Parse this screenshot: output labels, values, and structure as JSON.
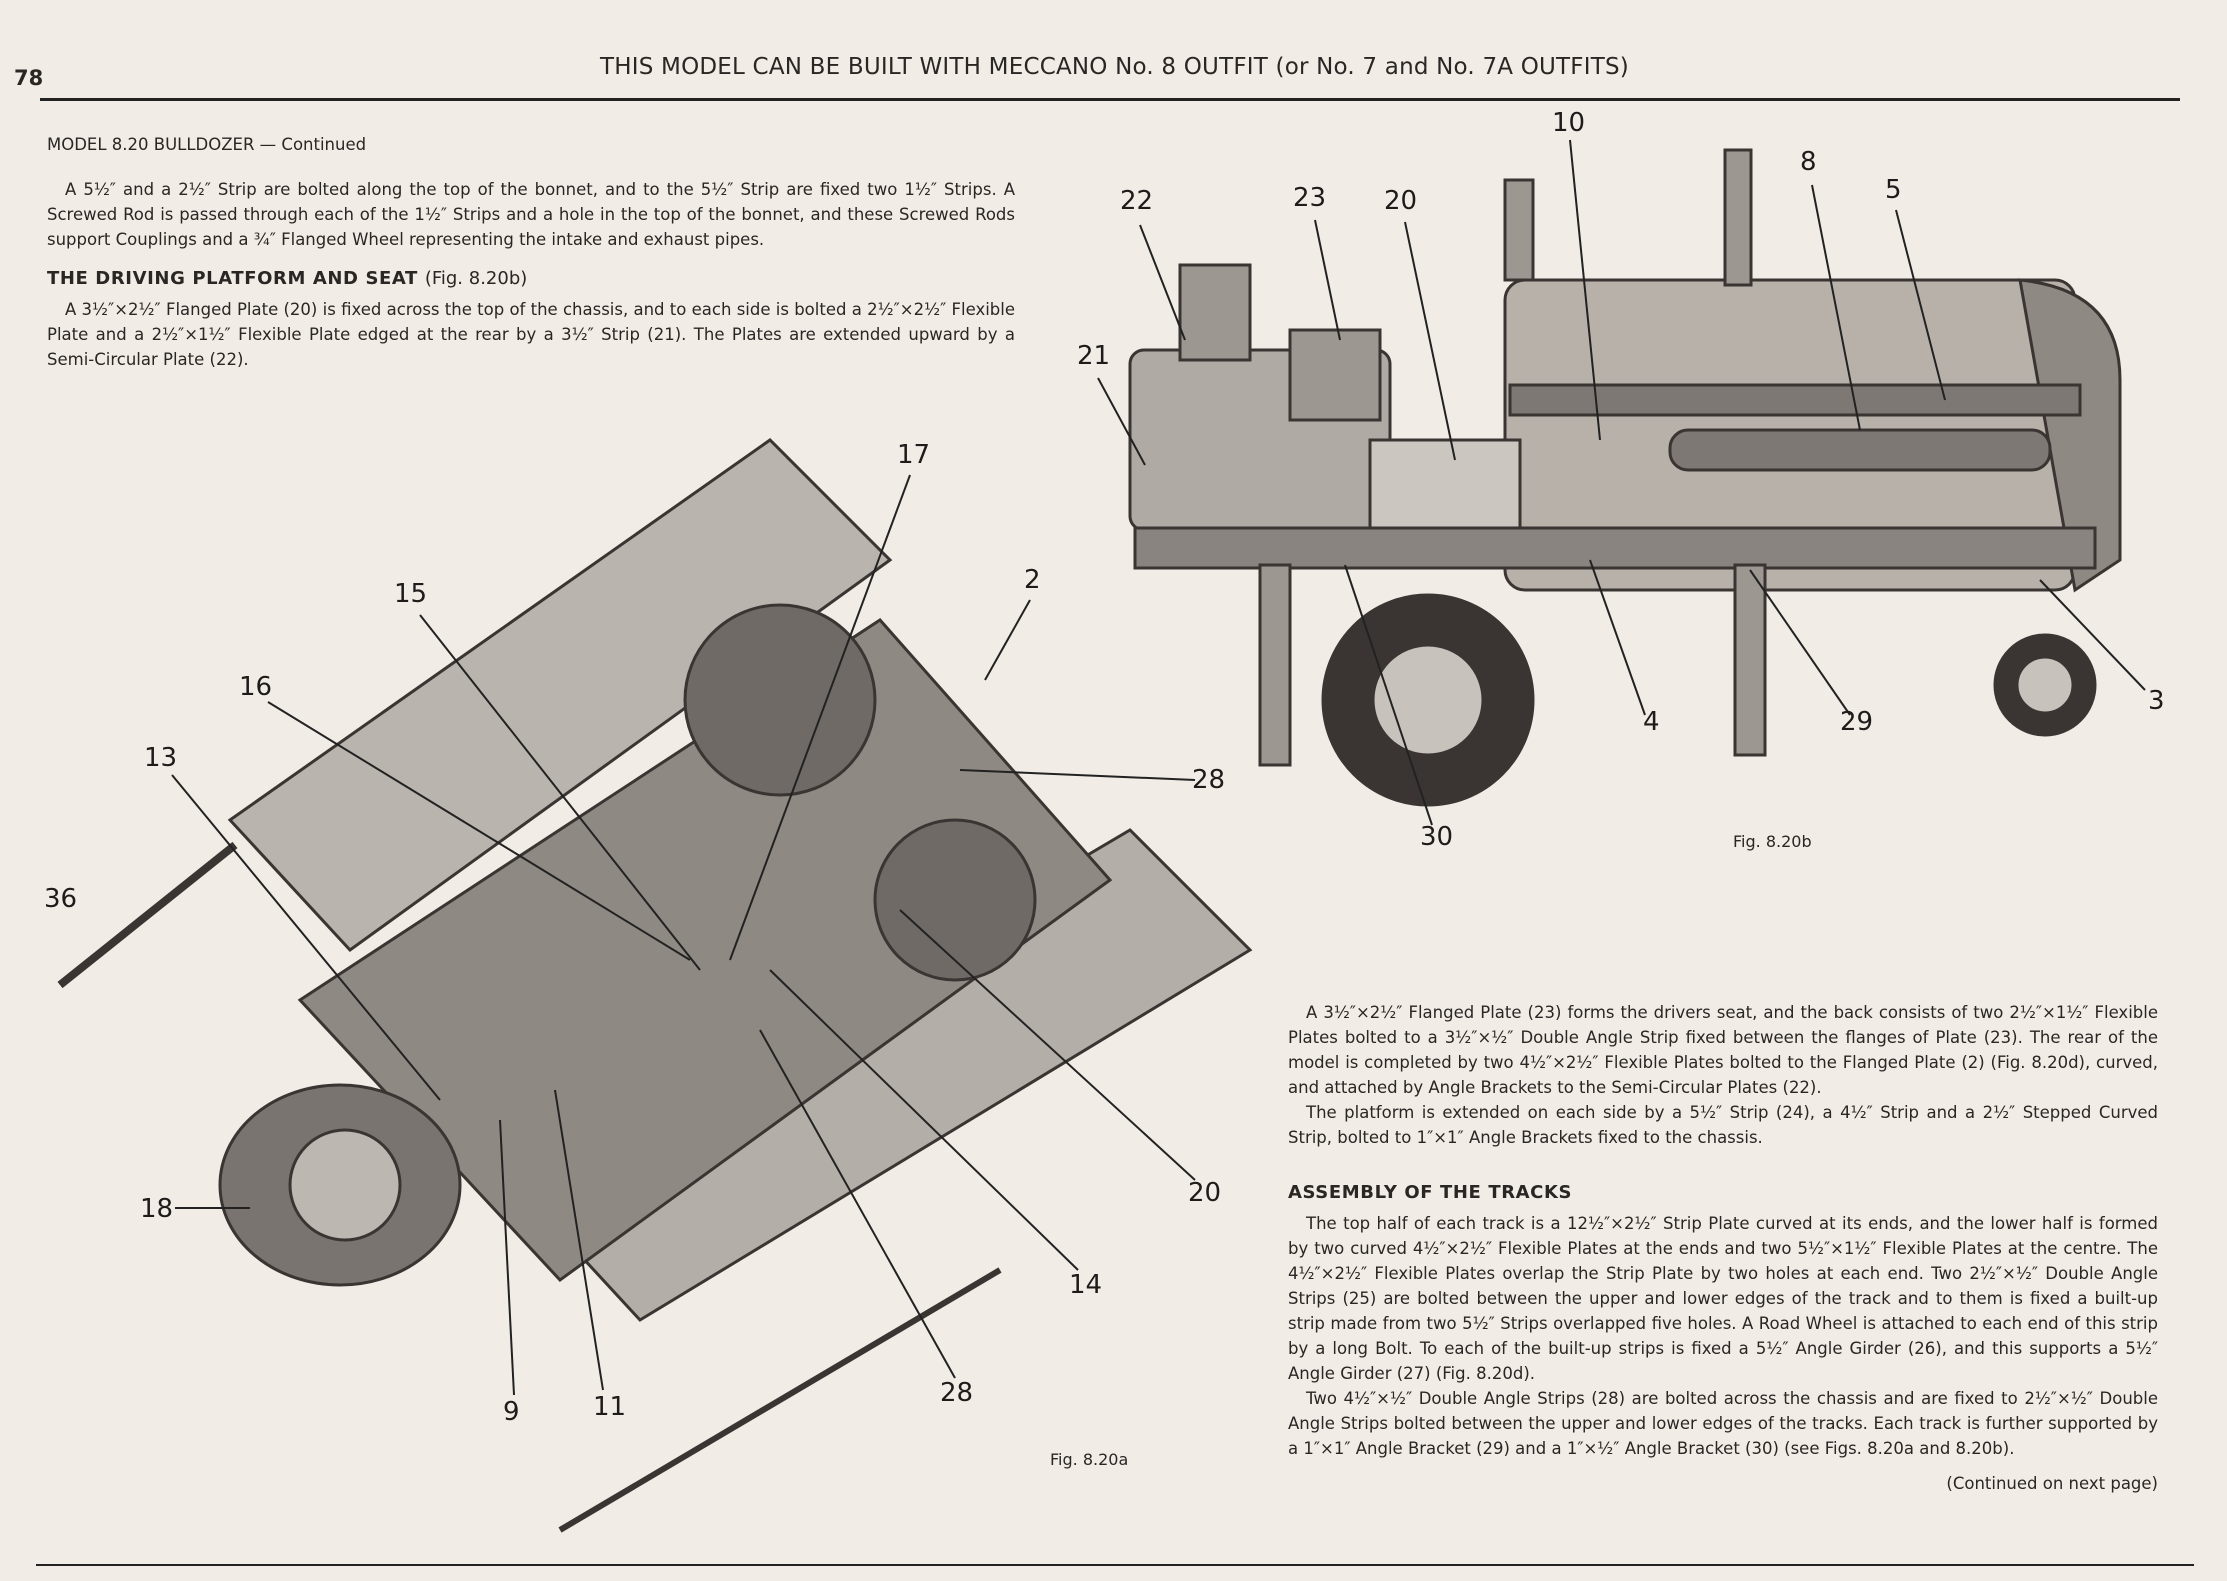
{
  "page_number": "78",
  "header": "THIS MODEL CAN BE BUILT WITH MECCANO No. 8 OUTFIT (or No. 7 and No. 7A OUTFITS)",
  "model_title": "MODEL 8.20  BULLDOZER — Continued",
  "intro_paragraph": "A 5½″ and a 2½″ Strip are bolted along the top of the bonnet, and to the 5½″ Strip are fixed two 1½″ Strips. A Screwed Rod is passed through each of the 1½″ Strips and a hole in the top of the bonnet, and these Screwed Rods support Couplings and a ¾″ Flanged Wheel representing the intake and exhaust pipes.",
  "section_platform": {
    "heading": "THE DRIVING PLATFORM AND SEAT",
    "fig_ref": "(Fig. 8.20b)",
    "paragraph": "A 3½″×2½″ Flanged Plate (20) is fixed across the top of the chassis, and to each side is bolted a 2½″×2½″ Flexible Plate and a 2½″×1½″ Flexible Plate edged at the rear by a 3½″ Strip (21). The Plates are extended upward by a Semi-Circular Plate (22).",
    "paragraph2": "A 3½″×2½″ Flanged Plate (23) forms the drivers seat, and the back consists of two 2½″×1½″ Flexible Plates bolted to a 3½″×½″ Double Angle Strip fixed between the flanges of Plate (23). The rear of the model is completed by two 4½″×2½″ Flexible Plates bolted to the Flanged Plate (2) (Fig. 8.20d), curved, and attached by Angle Brackets to the Semi-Circular Plates (22).",
    "paragraph3": "The platform is extended on each side by a 5½″ Strip (24), a 4½″ Strip and a 2½″ Stepped Curved Strip, bolted to 1″×1″ Angle Brackets fixed to the chassis."
  },
  "section_tracks": {
    "heading": "ASSEMBLY OF THE TRACKS",
    "paragraph1": "The top half of each track is a 12½″×2½″ Strip Plate curved at its ends, and the lower half is formed by two curved 4½″×2½″ Flexible Plates at the ends and two 5½″×1½″ Flexible Plates at the centre. The 4½″×2½″ Flexible Plates overlap the Strip Plate by two holes at each end. Two 2½″×½″ Double Angle Strips (25) are bolted between the upper and lower edges of the track and to them is fixed a built-up strip made from two 5½″ Strips overlapped five holes. A Road Wheel is attached to each end of this strip by a long Bolt. To each of the built-up strips is fixed a 5½″ Angle Girder (26), and this supports a 5½″ Angle Girder (27) (Fig. 8.20d).",
    "paragraph2": "Two 4½″×½″ Double Angle Strips (28) are bolted across the chassis and are fixed to 2½″×½″ Double Angle Strips bolted between the upper and lower edges of the tracks. Each track is further supported by a 1″×1″ Angle Bracket (29) and a 1″×½″ Angle Bracket (30) (see Figs. 8.20a and 8.20b).",
    "continued": "(Continued on next page)"
  },
  "fig_a": {
    "caption": "Fig. 8.20a",
    "callouts": [
      "17",
      "15",
      "2",
      "16",
      "13",
      "28",
      "36",
      "18",
      "20",
      "14",
      "9",
      "11",
      "28"
    ]
  },
  "fig_b": {
    "caption": "Fig. 8.20b",
    "callouts": [
      "10",
      "22",
      "23",
      "20",
      "8",
      "5",
      "21",
      "4",
      "29",
      "3",
      "30"
    ]
  }
}
